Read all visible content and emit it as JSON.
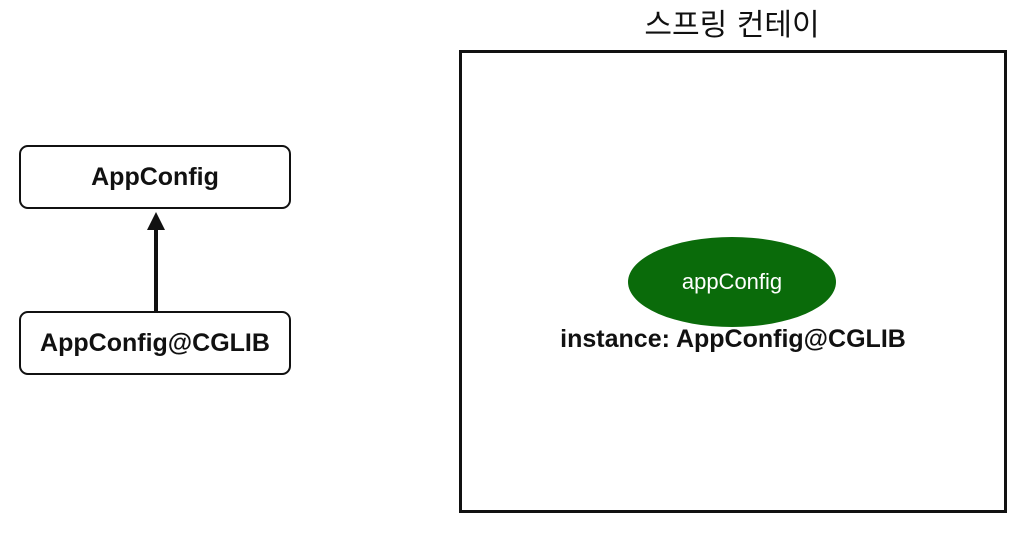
{
  "left_diagram": {
    "parent_class": "AppConfig",
    "child_class": "AppConfig@CGLIB"
  },
  "container": {
    "title": "스프링 컨테이너",
    "bean_name": "appConfig",
    "bean_instance": "instance: AppConfig@CGLIB",
    "bean_color": "#0a6b0a"
  },
  "colors": {
    "stroke": "#111111",
    "background": "#ffffff"
  }
}
